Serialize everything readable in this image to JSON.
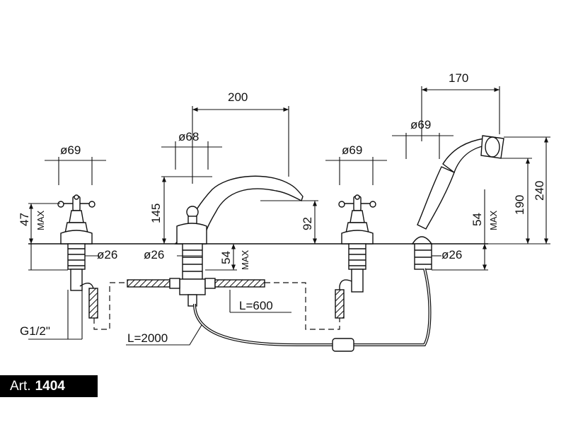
{
  "article": {
    "prefix": "Art.",
    "number": "1404"
  },
  "dimensions": {
    "top_200": "200",
    "top_170": "170",
    "dia_68": "ø68",
    "dia_69_left": "ø69",
    "dia_69_mid": "ø69",
    "dia_69_right": "ø69",
    "dia_26_a": "ø26",
    "dia_26_b": "ø26",
    "dia_26_c": "ø26",
    "h_145": "145",
    "h_92": "92",
    "h_47": "47",
    "h_54_under": "54",
    "h_54_right": "54",
    "h_190": "190",
    "h_240": "240",
    "max_left": "MAX",
    "max_under": "MAX",
    "max_right": "MAX",
    "thread": "G1/2\"",
    "hose_600": "L=600",
    "hose_2000": "L=2000"
  },
  "colors": {
    "line": "#111111",
    "label_bg": "#000000",
    "label_text": "#ffffff"
  }
}
